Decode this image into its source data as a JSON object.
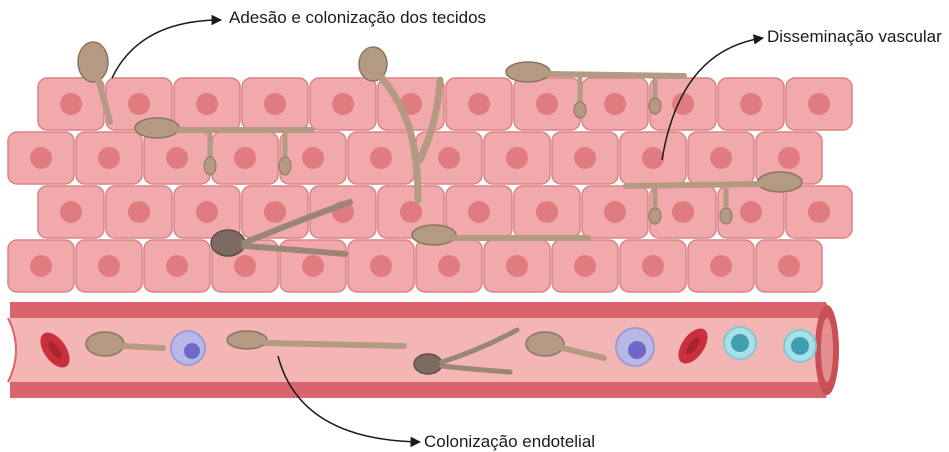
{
  "labels": {
    "adhesion": "Adesão e colonização dos tecidos",
    "dissemination": "Disseminação vascular",
    "endothelial": "Colonização endotelial"
  },
  "colors": {
    "cell_fill": "#f2a9ab",
    "cell_stroke": "#d98386",
    "nucleus": "#e07b80",
    "vessel_wall": "#d9646b",
    "vessel_lumen": "#f4b5b5",
    "fungus": "#b49a82",
    "fungus_dark": "#7d6a62",
    "rbc": "#c9303b",
    "leukocyte": "#b9b7e6",
    "platelet_cell": "#7ec9d3"
  }
}
